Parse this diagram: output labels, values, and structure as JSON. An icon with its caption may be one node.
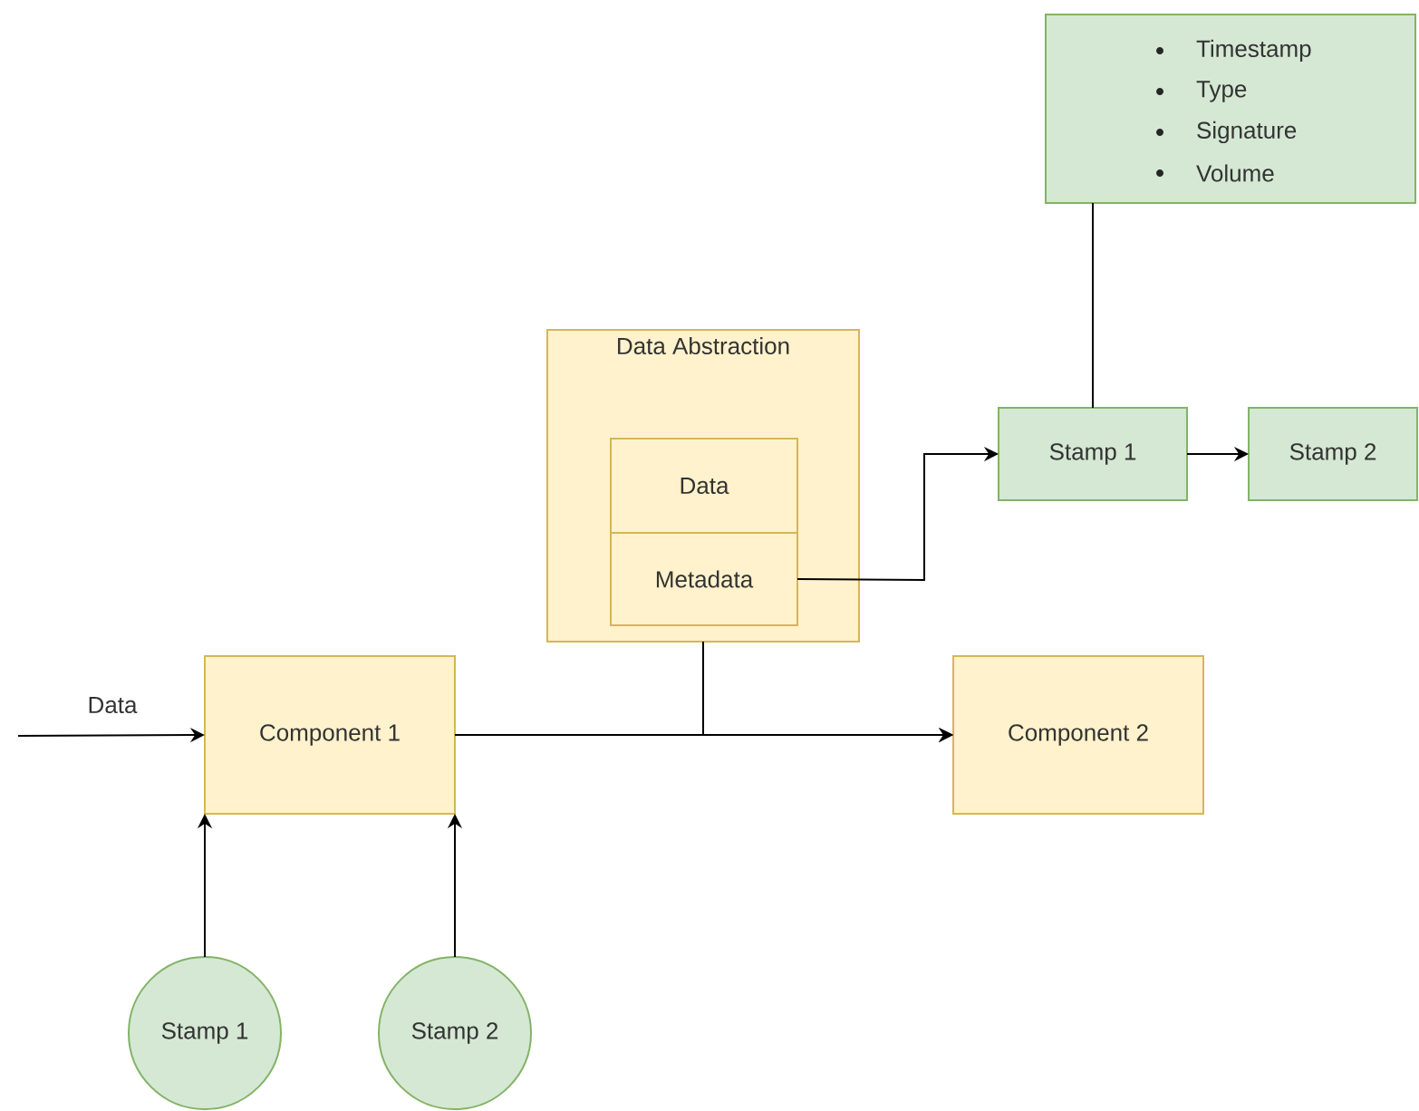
{
  "diagram": {
    "nodes": [
      {
        "text": [
          "Component 1"
        ]
      },
      {
        "text": [
          "Component 2"
        ]
      },
      {
        "text": [
          "Data Abstraction"
        ]
      },
      {
        "text": [
          "Data"
        ],
        "in": 2
      },
      {
        "text": [
          "Metadata"
        ],
        "in": 2
      },
      {
        "text": [
          "Timestamp",
          "Type",
          "Signature",
          "Volume"
        ]
      },
      {
        "text": [
          "Stamp 1"
        ]
      },
      {
        "text": [
          "Stamp 2"
        ]
      },
      {
        "text": [
          "Stamp 1"
        ]
      },
      {
        "text": [
          "Stamp 2"
        ]
      }
    ],
    "edges": [
      {
        "from": null,
        "to": 0,
        "arrow": "to",
        "label": "Data"
      },
      {
        "from": 0,
        "to": 1,
        "arrow": "to"
      },
      {
        "from": 2,
        "to": 1,
        "arrow": "to"
      },
      {
        "from": 4,
        "to": 6,
        "arrow": "to"
      },
      {
        "from": 6,
        "to": 7,
        "arrow": "to"
      },
      {
        "from": 5,
        "to": 6,
        "arrow": "none"
      },
      {
        "from": 8,
        "to": 0,
        "arrow": "to"
      },
      {
        "from": 9,
        "to": 0,
        "arrow": "to"
      }
    ]
  }
}
